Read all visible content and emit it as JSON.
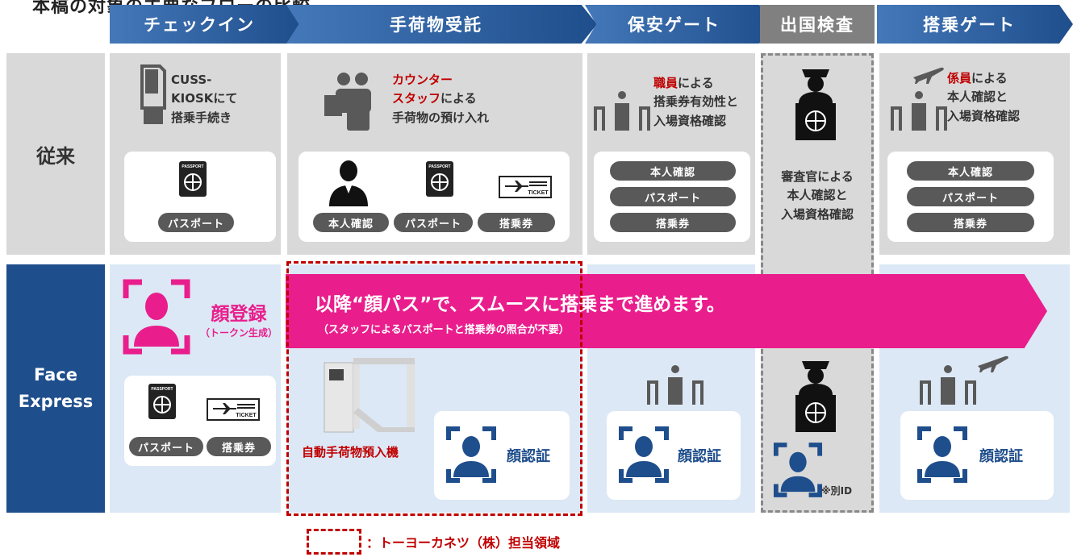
{
  "top_title": "本稿の対象の主要なフローの比較",
  "stages": [
    {
      "label": "チェックイン"
    },
    {
      "label": "手荷物受託"
    },
    {
      "label": "保安ゲート"
    },
    {
      "label": "出国検査"
    },
    {
      "label": "搭乗ゲート"
    }
  ],
  "rows": {
    "traditional": "従来",
    "faceexpress_line1": "Face",
    "faceexpress_line2": "Express"
  },
  "traditional": {
    "checkin": {
      "l1": "CUSS-",
      "l2": "KIOSKにて",
      "l3": "搭乗手続き",
      "pill": "パスポート"
    },
    "baggage": {
      "l1": "カウンター",
      "l2a": "スタッフ",
      "l2b": "による",
      "l3": "手荷物の預け入れ",
      "pills": [
        "本人確認",
        "パスポート",
        "搭乗券"
      ]
    },
    "security": {
      "l1a": "職員",
      "l1b": "による",
      "l2": "搭乗券有効性と",
      "l3": "入場資格確認",
      "pills": [
        "本人確認",
        "パスポート",
        "搭乗券"
      ]
    },
    "emigration": {
      "l1": "審査官による",
      "l2": "本人確認と",
      "l3": "入場資格確認"
    },
    "boarding": {
      "l1a": "係員",
      "l1b": "による",
      "l2": "本人確認と",
      "l3": "入場資格確認",
      "pills": [
        "本人確認",
        "パスポート",
        "搭乗券"
      ]
    }
  },
  "faceexpress": {
    "reg_title": "顔登録",
    "reg_sub": "（トークン生成）",
    "checkin_pills": [
      "パスポート",
      "搭乗券"
    ],
    "banner_main": "以降“顔パス”で、スムースに搭乗まで進めます。",
    "banner_sub": "（スタッフによるパスポートと搭乗券の照合が不要）",
    "bag_machine": "自動手荷物預入機",
    "face_auth": "顔認証",
    "separate_id": "※別ID"
  },
  "ticket_label": "TICKET",
  "passport_label": "PASSPORT",
  "legend": "：トーヨーカネツ（株）担当領域",
  "colors": {
    "blue": "#1f4e8c",
    "pink": "#e91e8c",
    "red": "#c00000",
    "gray": "#d9d9d9",
    "lightblue": "#dce8f5"
  }
}
